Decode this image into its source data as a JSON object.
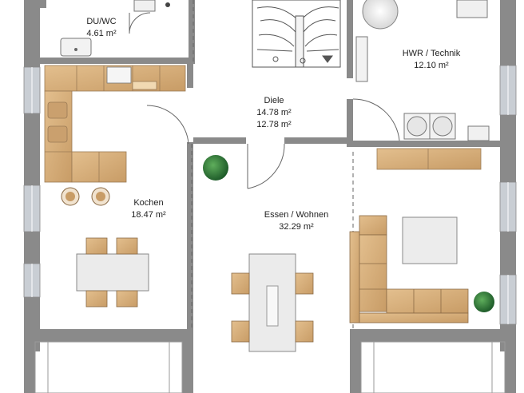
{
  "plan": {
    "rooms": [
      {
        "id": "duwc",
        "name": "DU/WC",
        "areas": [
          "4.61 m²"
        ]
      },
      {
        "id": "hwr",
        "name": "HWR / Technik",
        "areas": [
          "12.10 m²"
        ]
      },
      {
        "id": "diele",
        "name": "Diele",
        "areas": [
          "14.78 m²",
          "12.78 m²"
        ]
      },
      {
        "id": "kochen",
        "name": "Kochen",
        "areas": [
          "18.47 m²"
        ]
      },
      {
        "id": "wohnen",
        "name": "Essen / Wohnen",
        "areas": [
          "32.29 m²"
        ]
      }
    ],
    "colors": {
      "wall": "#8a8a8a",
      "wall_dark": "#6e6e6e",
      "window": "#bfc5cc",
      "wood": "#d9b382",
      "wood_dark": "#c79a63",
      "table": "#ececec",
      "plant": "#2f7d3a"
    }
  }
}
